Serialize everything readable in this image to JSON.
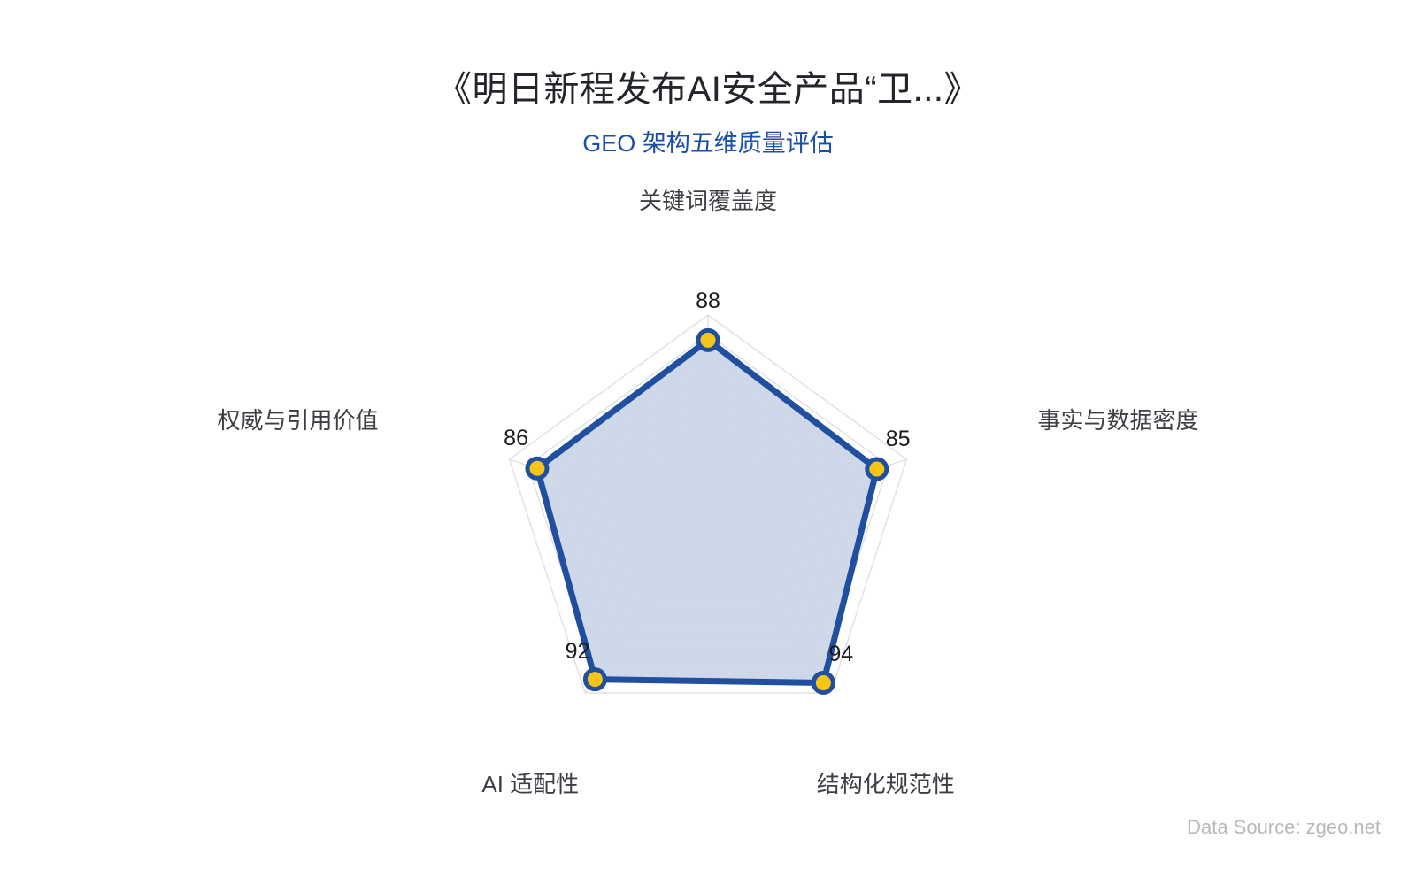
{
  "header": {
    "title": "《明日新程发布AI安全产品“卫...》",
    "subtitle": "GEO 架构五维质量评估"
  },
  "footer": {
    "data_source": "Data Source: zgeo.net"
  },
  "colors": {
    "title": "#22252a",
    "subtitle": "#1a4fa8",
    "line": "#1f4f9e",
    "fill": "#ccd6e8",
    "marker_fill": "#f5c518",
    "marker_stroke": "#1f4f9e",
    "grid": "#aeb4c2",
    "outer_grid": "#e3e3e3",
    "footer": "#b6b8bb"
  },
  "chart_data": {
    "type": "radar",
    "title": "《明日新程发布AI安全产品“卫...》",
    "subtitle": "GEO 架构五维质量评估",
    "categories": [
      "关键词覆盖度",
      "事实与数据密度",
      "结构化规范性",
      "AI 适配性",
      "权威与引用价值"
    ],
    "series": [
      {
        "name": "GEO 架构五维质量评估",
        "values": [
          88,
          85,
          94,
          92,
          86
        ]
      }
    ],
    "value_labels": [
      "88",
      "85",
      "94",
      "92",
      "86"
    ],
    "rmin": 0,
    "rmax": 100,
    "grid": true,
    "grid_rings": 20,
    "legend": "none",
    "start_angle_deg": -90,
    "direction": "clockwise"
  },
  "axes": [
    {
      "label": "关键词覆盖度",
      "value": "88"
    },
    {
      "label": "事实与数据密度",
      "value": "85"
    },
    {
      "label": "结构化规范性",
      "value": "94"
    },
    {
      "label": "AI 适配性",
      "value": "92"
    },
    {
      "label": "权威与引用价值",
      "value": "86"
    }
  ]
}
